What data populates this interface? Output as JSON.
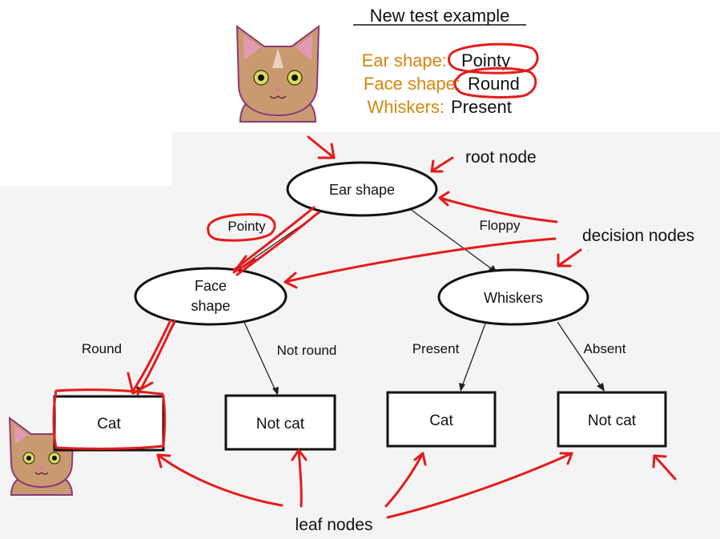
{
  "test_example": {
    "title": "New test example",
    "features": [
      {
        "label": "Ear shape:",
        "value": "Pointy"
      },
      {
        "label": "Face shape:",
        "value": "Round"
      },
      {
        "label": "Whiskers:",
        "value": "Present"
      }
    ]
  },
  "tree": {
    "root": {
      "label": "Ear shape"
    },
    "face_node": {
      "label_line1": "Face",
      "label_line2": "shape"
    },
    "whiskers_node": {
      "label": "Whiskers"
    },
    "edges": {
      "pointy": "Pointy",
      "floppy": "Floppy",
      "round": "Round",
      "not_round": "Not round",
      "present": "Present",
      "absent": "Absent"
    },
    "leaves": [
      {
        "label": "Cat"
      },
      {
        "label": "Not cat"
      },
      {
        "label": "Cat"
      },
      {
        "label": "Not cat"
      }
    ]
  },
  "annotations": {
    "root_node": "root node",
    "decision_nodes": "decision nodes",
    "leaf_nodes": "leaf nodes"
  },
  "colors": {
    "feature_label": "#d4870f",
    "annotation_red": "#e51b1b",
    "cat_fur": "#c99a70",
    "cat_inner_ear": "#e29ab4",
    "cat_outline": "#8b3a78"
  }
}
